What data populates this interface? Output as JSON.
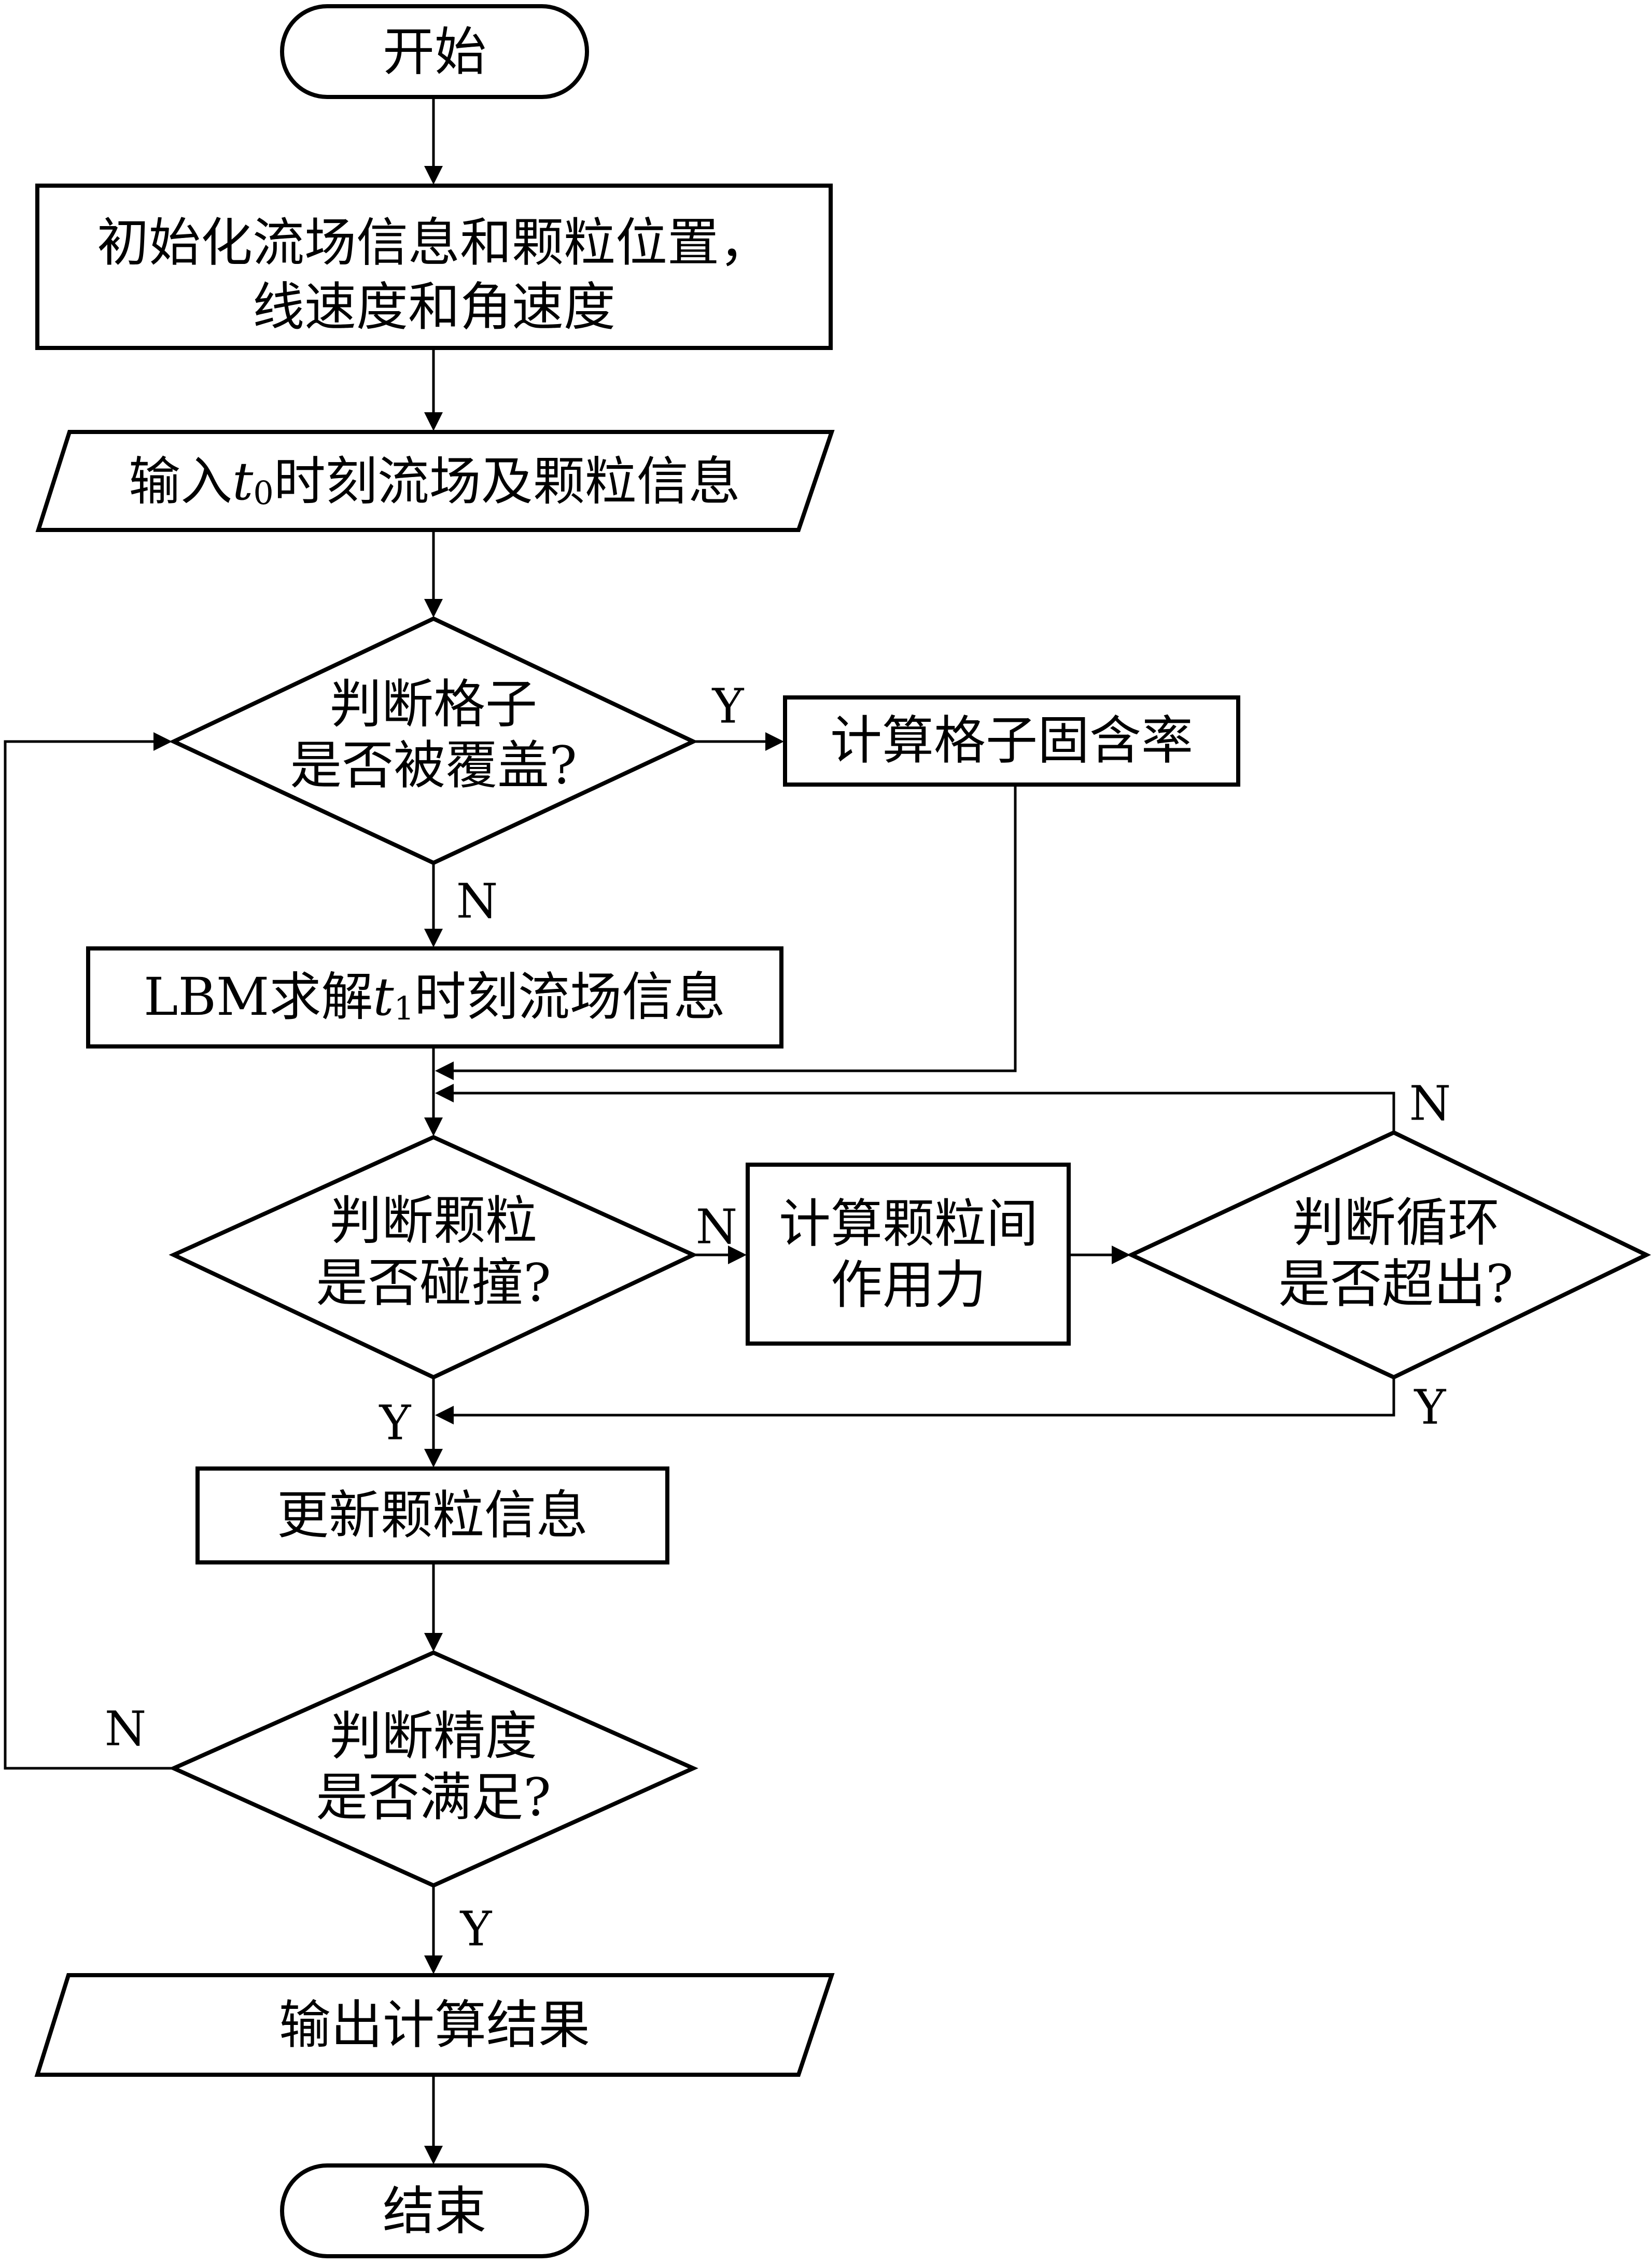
{
  "nodes": {
    "start": {
      "text": "开始"
    },
    "init": {
      "line1": "初始化流场信息和颗粒位置，",
      "line2": "线速度和角速度"
    },
    "input": {
      "pre": "输入",
      "var": "t",
      "sub": "0",
      "post": "时刻流场及颗粒信息"
    },
    "cover_check": {
      "line1": "判断格子",
      "line2": "是否被覆盖?"
    },
    "solid_ratio": {
      "text": "计算格子固含率"
    },
    "lbm": {
      "pre": "LBM求解",
      "var": "t",
      "sub": "1",
      "post": "时刻流场信息"
    },
    "collision_check": {
      "line1": "判断颗粒",
      "line2": "是否碰撞?"
    },
    "force": {
      "line1": "计算颗粒间",
      "line2": "作用力"
    },
    "loop_check": {
      "line1": "判断循环",
      "line2": "是否超出?"
    },
    "update": {
      "text": "更新颗粒信息"
    },
    "accuracy_check": {
      "line1": "判断精度",
      "line2": "是否满足?"
    },
    "output": {
      "text": "输出计算结果"
    },
    "end": {
      "text": "结束"
    }
  },
  "edge_labels": {
    "cover_yes": "Y",
    "cover_no": "N",
    "collision_no": "N",
    "collision_yes": "Y",
    "loop_no": "N",
    "loop_yes": "Y",
    "accuracy_no": "N",
    "accuracy_yes": "Y"
  }
}
